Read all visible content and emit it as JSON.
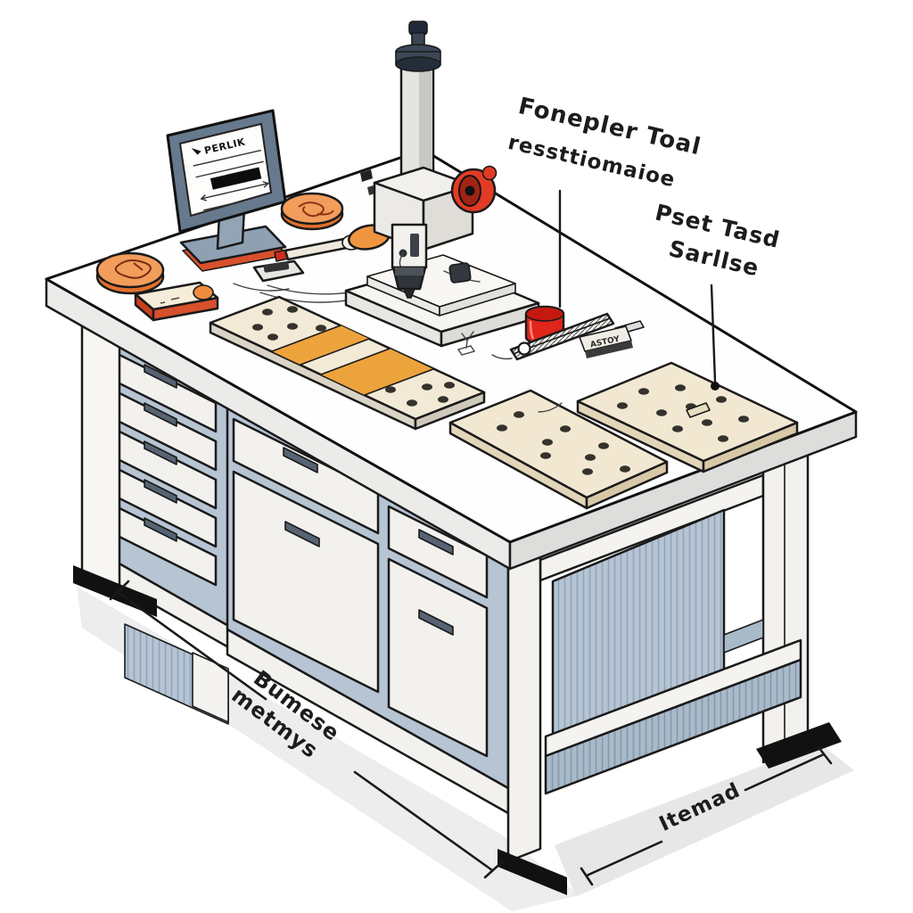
{
  "illustration": {
    "type": "isometric-workbench-diagram",
    "monitor": {
      "screen_title": "PERLIK"
    },
    "stamp_tool": {
      "engraving": "ASTOY"
    },
    "labels": {
      "tool_label": {
        "line1": "Fonepler Toal",
        "line2": "ressttiomaioe"
      },
      "plate_label": {
        "line1": "Pset Tasd",
        "line2": "Sarllse"
      },
      "width_dimension": {
        "line1": "Bumese",
        "line2": "metmys"
      },
      "depth_dimension": {
        "text": "Itemad"
      }
    },
    "colors": {
      "background": "#ffffff",
      "frame_blue_gray": "#b6c4d3",
      "drawer_face": "#f2f1ee",
      "accent_orange": "#f29d5c",
      "accent_red_orange": "#d8502c",
      "machine_red": "#e0251a",
      "plate_cream": "#f2e8d2",
      "outline": "#1a1a1a"
    }
  }
}
